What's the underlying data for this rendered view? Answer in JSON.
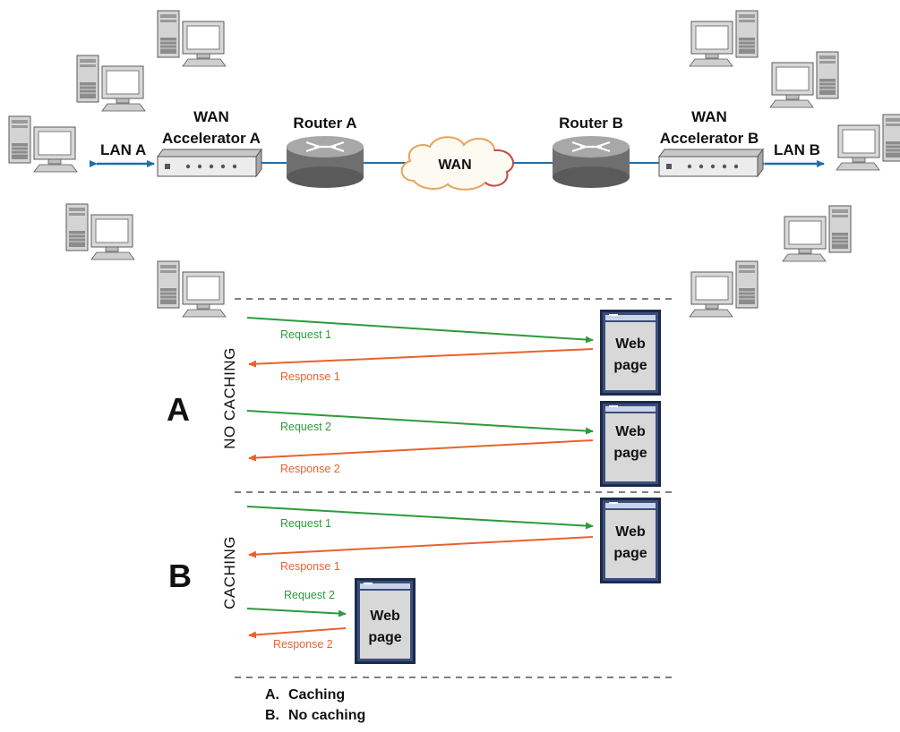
{
  "network": {
    "lan_a": "LAN A",
    "lan_b": "LAN B",
    "accel_a_line1": "WAN",
    "accel_a_line2": "Accelerator A",
    "accel_b_line1": "WAN",
    "accel_b_line2": "Accelerator B",
    "router_a": "Router A",
    "router_b": "Router B",
    "wan": "WAN"
  },
  "section_a": {
    "letter": "A",
    "side_label": "NO CACHING",
    "request_1": "Request 1",
    "response_1": "Response 1",
    "request_2": "Request 2",
    "response_2": "Response 2",
    "page_1_line1": "Web",
    "page_1_line2": "page",
    "page_2_line1": "Web",
    "page_2_line2": "page"
  },
  "section_b": {
    "letter": "B",
    "side_label": "CACHING",
    "request_1": "Request 1",
    "response_1": "Response 1",
    "request_2": "Request 2",
    "response_2": "Response 2",
    "page_1_line1": "Web",
    "page_1_line2": "page",
    "page_2_line1": "Web",
    "page_2_line2": "page"
  },
  "legend": [
    {
      "key": "A.",
      "text": "Caching"
    },
    {
      "key": "B.",
      "text": "No caching"
    }
  ],
  "colors": {
    "link_blue": "#1f6fa5",
    "request_green": "#2e9a3a",
    "response_orange": "#e8622e",
    "cloud_outline": "#c0504d",
    "page_frame": "#1b2a4a"
  }
}
